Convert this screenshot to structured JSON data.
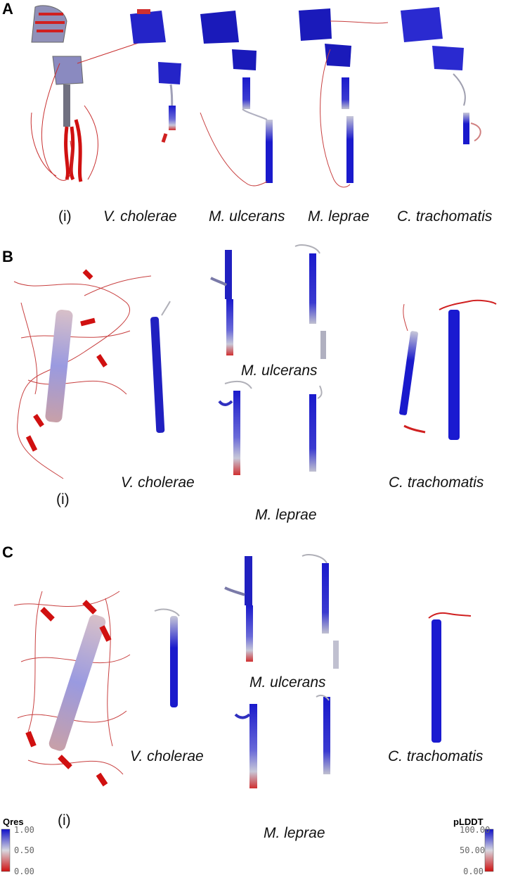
{
  "panels": {
    "a": "A",
    "b": "B",
    "c": "C"
  },
  "panel_a": {
    "i": "(i)",
    "species": [
      "V. cholerae",
      "M. ulcerans",
      "M. leprae",
      "C. trachomatis"
    ]
  },
  "panel_b": {
    "i": "(i)",
    "v_cholerae": "V. cholerae",
    "m_ulcerans": "M. ulcerans",
    "m_leprae": "M. leprae",
    "c_trachomatis": "C. trachomatis"
  },
  "panel_c": {
    "i": "(i)",
    "v_cholerae": "V. cholerae",
    "m_ulcerans": "M. ulcerans",
    "m_leprae": "M. leprae",
    "c_trachomatis": "C. trachomatis"
  },
  "colorbar_qres": {
    "title": "Qres",
    "ticks": [
      "1.00",
      "0.50",
      "0.00"
    ],
    "colors": [
      "#1010c8",
      "#d8d8e0",
      "#d01010"
    ]
  },
  "colorbar_plddt": {
    "title": "pLDDT",
    "ticks": [
      "100.00",
      "50.00",
      "0.00"
    ],
    "colors": [
      "#1010c8",
      "#d8d8e0",
      "#d01010"
    ]
  }
}
